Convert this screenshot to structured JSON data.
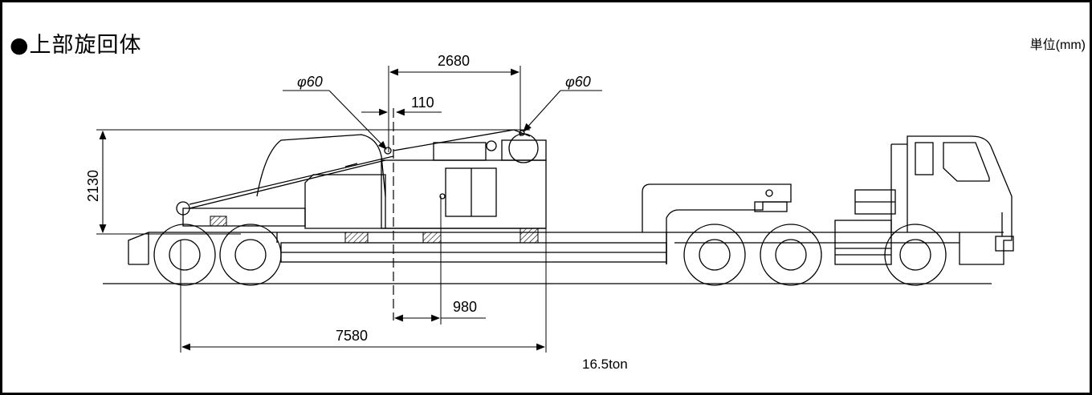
{
  "title": "●上部旋回体",
  "unit": "単位(mm)",
  "dimensions": {
    "d2680": "2680",
    "d110": "110",
    "phi_left": "φ60",
    "phi_right": "φ60",
    "d2130": "2130",
    "d980": "980",
    "d7580": "7580"
  },
  "weight": "16.5ton",
  "colors": {
    "line": "#000000",
    "background": "#ffffff"
  }
}
